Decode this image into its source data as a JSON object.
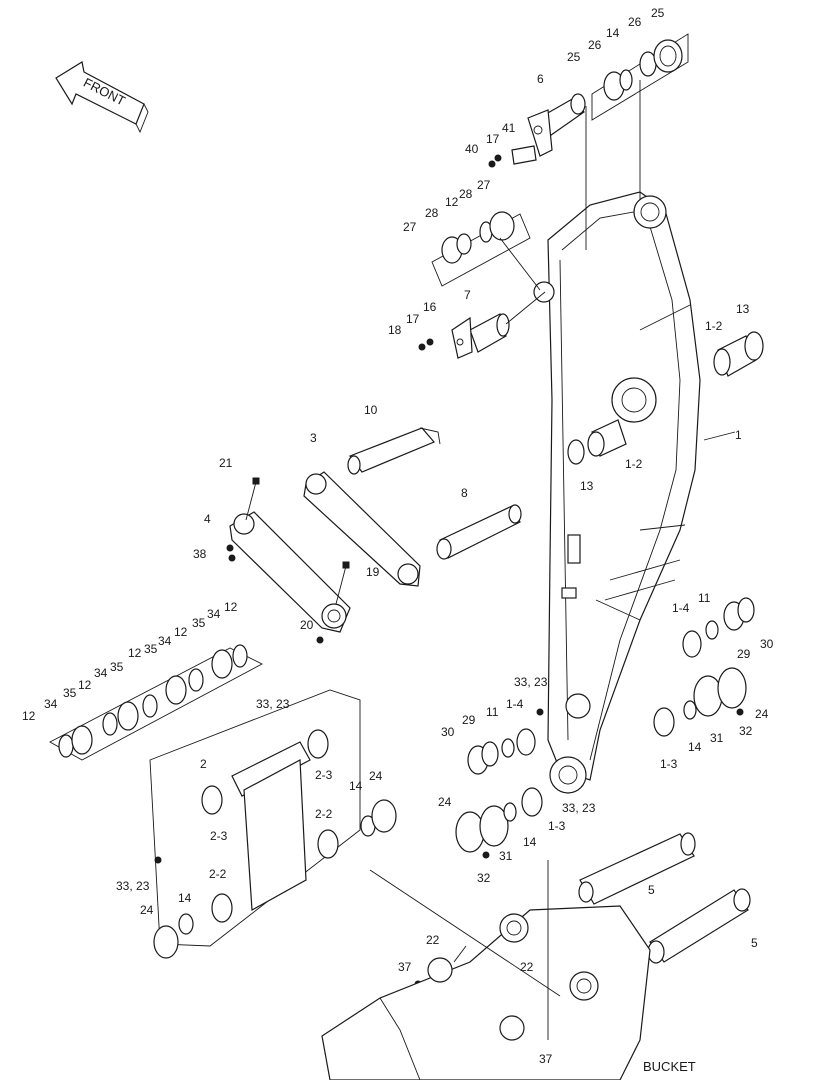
{
  "direction_label": "FRONT",
  "caption": "BUCKET",
  "callouts": [
    {
      "id": "c25a",
      "text": "25"
    },
    {
      "id": "c26a",
      "text": "26"
    },
    {
      "id": "c14a",
      "text": "14"
    },
    {
      "id": "c26b",
      "text": "26"
    },
    {
      "id": "c25b",
      "text": "25"
    },
    {
      "id": "c6",
      "text": "6"
    },
    {
      "id": "c41",
      "text": "41"
    },
    {
      "id": "c17a",
      "text": "17"
    },
    {
      "id": "c40",
      "text": "40"
    },
    {
      "id": "c27a",
      "text": "27"
    },
    {
      "id": "c28a",
      "text": "28"
    },
    {
      "id": "c12a",
      "text": "12"
    },
    {
      "id": "c28b",
      "text": "28"
    },
    {
      "id": "c27b",
      "text": "27"
    },
    {
      "id": "c7",
      "text": "7"
    },
    {
      "id": "c16",
      "text": "16"
    },
    {
      "id": "c17b",
      "text": "17"
    },
    {
      "id": "c18",
      "text": "18"
    },
    {
      "id": "c13a",
      "text": "13"
    },
    {
      "id": "c1-2a",
      "text": "1-2"
    },
    {
      "id": "c1",
      "text": "1"
    },
    {
      "id": "c1-2b",
      "text": "1-2"
    },
    {
      "id": "c13b",
      "text": "13"
    },
    {
      "id": "c10",
      "text": "10"
    },
    {
      "id": "c3",
      "text": "3"
    },
    {
      "id": "c21",
      "text": "21"
    },
    {
      "id": "c4",
      "text": "4"
    },
    {
      "id": "c8",
      "text": "8"
    },
    {
      "id": "c38",
      "text": "38"
    },
    {
      "id": "c19",
      "text": "19"
    },
    {
      "id": "c20",
      "text": "20"
    },
    {
      "id": "c12b",
      "text": "12"
    },
    {
      "id": "c34a",
      "text": "34"
    },
    {
      "id": "c35a",
      "text": "35"
    },
    {
      "id": "c12c",
      "text": "12"
    },
    {
      "id": "c34b",
      "text": "34"
    },
    {
      "id": "c12d",
      "text": "12"
    },
    {
      "id": "c35b",
      "text": "35"
    },
    {
      "id": "c34c",
      "text": "34"
    },
    {
      "id": "c35c",
      "text": "35"
    },
    {
      "id": "c12e",
      "text": "12"
    },
    {
      "id": "c34d",
      "text": "34"
    },
    {
      "id": "c35d",
      "text": "35"
    },
    {
      "id": "c12f",
      "text": "12"
    },
    {
      "id": "c1-4a",
      "text": "1-4"
    },
    {
      "id": "c11a",
      "text": "11"
    },
    {
      "id": "c30a",
      "text": "30"
    },
    {
      "id": "c29a",
      "text": "29"
    },
    {
      "id": "c3323a",
      "text": "33, 23"
    },
    {
      "id": "c3323b",
      "text": "33, 23"
    },
    {
      "id": "c1-4b",
      "text": "1-4"
    },
    {
      "id": "c11b",
      "text": "11"
    },
    {
      "id": "c29b",
      "text": "29"
    },
    {
      "id": "c30b",
      "text": "30"
    },
    {
      "id": "c24a",
      "text": "24"
    },
    {
      "id": "c31a",
      "text": "31"
    },
    {
      "id": "c32a",
      "text": "32"
    },
    {
      "id": "c14b",
      "text": "14"
    },
    {
      "id": "c1-3a",
      "text": "1-3"
    },
    {
      "id": "c2",
      "text": "2"
    },
    {
      "id": "c2-3a",
      "text": "2-3"
    },
    {
      "id": "c14c",
      "text": "14"
    },
    {
      "id": "c24b",
      "text": "24"
    },
    {
      "id": "c2-2a",
      "text": "2-2"
    },
    {
      "id": "c2-3b",
      "text": "2-3"
    },
    {
      "id": "c24c",
      "text": "24"
    },
    {
      "id": "c31b",
      "text": "31"
    },
    {
      "id": "c32b",
      "text": "32"
    },
    {
      "id": "c14d",
      "text": "14"
    },
    {
      "id": "c1-3b",
      "text": "1-3"
    },
    {
      "id": "c3323c",
      "text": "33, 23"
    },
    {
      "id": "c3323d",
      "text": "33, 23"
    },
    {
      "id": "c2-2b",
      "text": "2-2"
    },
    {
      "id": "c24d",
      "text": "24"
    },
    {
      "id": "c14e",
      "text": "14"
    },
    {
      "id": "c5a",
      "text": "5"
    },
    {
      "id": "c5b",
      "text": "5"
    },
    {
      "id": "c22a",
      "text": "22"
    },
    {
      "id": "c37a",
      "text": "37"
    },
    {
      "id": "c22b",
      "text": "22"
    },
    {
      "id": "c37b",
      "text": "37"
    }
  ]
}
